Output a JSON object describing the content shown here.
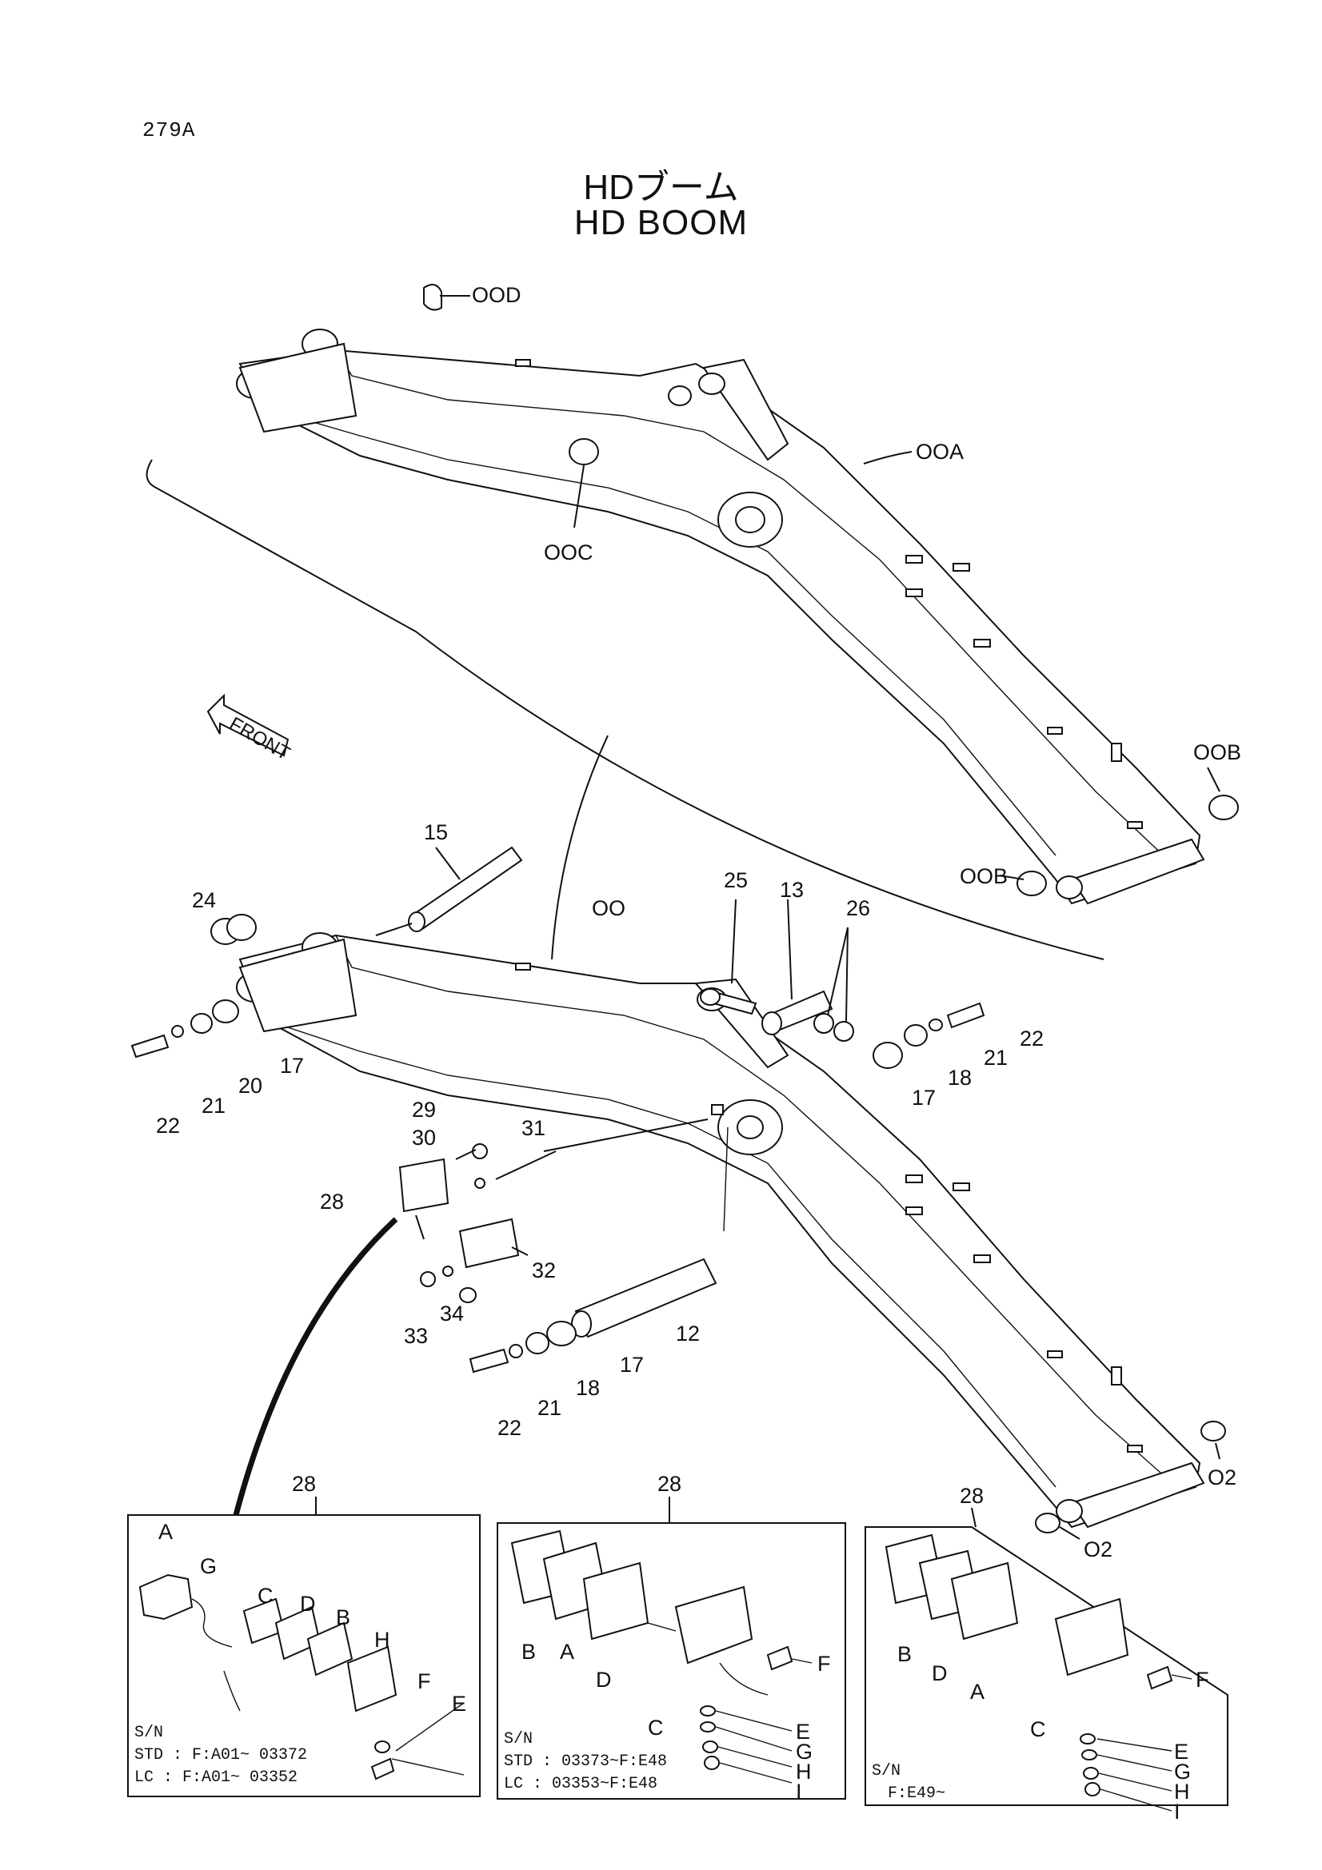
{
  "page_number": "279A",
  "title_jp": "HDブーム",
  "title_en": "HD BOOM",
  "front_arrow": "FRONT",
  "callouts_upper": {
    "c_00D": "OOD",
    "c_00A": "OOA",
    "c_00C": "OOC",
    "c_00B_1": "OOB",
    "c_00B_2": "OOB"
  },
  "callouts_lower": {
    "c_15": "15",
    "c_24": "24",
    "c_00": "OO",
    "c_25": "25",
    "c_13": "13",
    "c_26": "26",
    "c_22_r": "22",
    "c_21_r": "21",
    "c_18_r": "18",
    "c_17_r": "17",
    "c_22_l": "22",
    "c_21_l": "21",
    "c_20_l": "20",
    "c_17_l": "17",
    "c_29": "29",
    "c_30": "30",
    "c_31": "31",
    "c_28": "28",
    "c_32": "32",
    "c_33": "33",
    "c_34": "34",
    "c_12": "12",
    "c_22_b": "22",
    "c_21_b": "21",
    "c_18_b": "18",
    "c_17_b": "17",
    "c_02_r": "O2",
    "c_02_b": "O2"
  },
  "inset_1": {
    "header": "28",
    "labels": {
      "A": "A",
      "G": "G",
      "C": "C",
      "D": "D",
      "B": "B",
      "H": "H",
      "F": "F",
      "E": "E"
    },
    "sn_title": "S/N",
    "sn_std": "STD :  F:A01~ 03372",
    "sn_lc": "LC   :  F:A01~ 03352"
  },
  "inset_2": {
    "header": "28",
    "labels": {
      "B": "B",
      "A": "A",
      "D": "D",
      "C": "C",
      "F": "F",
      "E": "E",
      "G": "G",
      "H": "H",
      "I": "I"
    },
    "sn_title": "S/N",
    "sn_std": "STD :  03373~F:E48",
    "sn_lc": "LC   :  03353~F:E48"
  },
  "inset_3": {
    "header": "28",
    "labels": {
      "B": "B",
      "D": "D",
      "A": "A",
      "C": "C",
      "F": "F",
      "E": "E",
      "G": "G",
      "H": "H",
      "I": "I"
    },
    "sn_title": "S/N",
    "sn_f": "F:E49~"
  }
}
